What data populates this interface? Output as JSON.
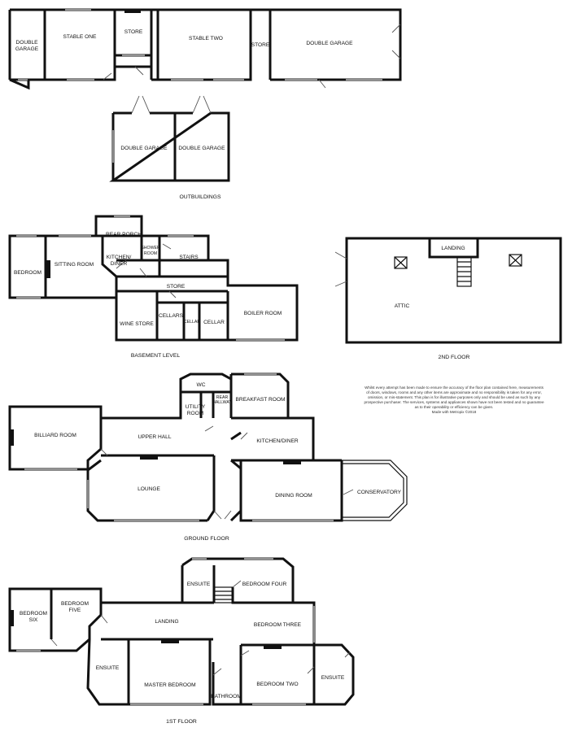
{
  "floor_labels": {
    "outbuildings": "OUTBUILDINGS",
    "basement": "BASEMENT LEVEL",
    "second": "2ND FLOOR",
    "ground": "GROUND FLOOR",
    "first": "1ST FLOOR"
  },
  "outbuildings": {
    "double_garage_left_1": "DOUBLE",
    "double_garage_left_2": "GARAGE",
    "stable_one": "STABLE ONE",
    "store_top": "STORE",
    "stable_two": "STABLE TWO",
    "store_narrow": "STORE",
    "double_garage_right": "DOUBLE GARAGE",
    "double_garage_a": "DOUBLE GARAGE",
    "double_garage_b": "DOUBLE GARAGE"
  },
  "basement": {
    "rear_porch": "REAR PORCH",
    "bedroom": "BEDROOM",
    "sitting_room": "SITTING ROOM",
    "kitchen_diner_1": "KITCHEN/",
    "kitchen_diner_2": "DINER",
    "shower_room_1": "SHOWER",
    "shower_room_2": "ROOM",
    "stairs": "STAIRS",
    "store": "STORE",
    "cellars": "CELLARS",
    "cellar_small": "CELLAR",
    "cellar": "CELLAR",
    "wine_store": "WINE STORE",
    "boiler_room": "BOILER ROOM"
  },
  "second_floor": {
    "landing": "LANDING",
    "attic": "ATTIC"
  },
  "ground_floor": {
    "wc": "WC",
    "utility_room_1": "UTILITY",
    "utility_room_2": "ROOM",
    "rear_hallway_1": "REAR",
    "rear_hallway_2": "HALLWAY",
    "breakfast_room": "BREAKFAST ROOM",
    "billiard_room": "BILLIARD ROOM",
    "upper_hall": "UPPER HALL",
    "kitchen_diner": "KITCHEN/DINER",
    "lounge": "LOUNGE",
    "dining_room": "DINING ROOM",
    "conservatory": "CONSERVATORY"
  },
  "first_floor": {
    "ensuite_top": "ENSUITE",
    "bedroom_four": "BEDROOM FOUR",
    "bedroom_six_1": "BEDROOM",
    "bedroom_six_2": "SIX",
    "bedroom_five_1": "BEDROOM",
    "bedroom_five_2": "FIVE",
    "landing": "LANDING",
    "bedroom_three": "BEDROOM THREE",
    "ensuite_left": "ENSUITE",
    "master_bedroom": "MASTER BEDROOM",
    "bathroom": "BATHROOM",
    "bedroom_two": "BEDROOM TWO",
    "ensuite_right": "ENSUITE"
  },
  "disclaimer": [
    "Whilst every attempt has been made to ensure the accuracy of the floor plan contained here, measurements",
    "of doors, windows, rooms and any other items are approximate and no responsibility is taken for any error,",
    "omission, or mis-statement. This plan is for illustrative purposes only and should be used as such by any",
    "prospective purchaser. The services, systems and appliances shown have not been tested and no guarantee",
    "as to their operability or efficiency can be given.",
    "Made with Metropix ©2018"
  ]
}
